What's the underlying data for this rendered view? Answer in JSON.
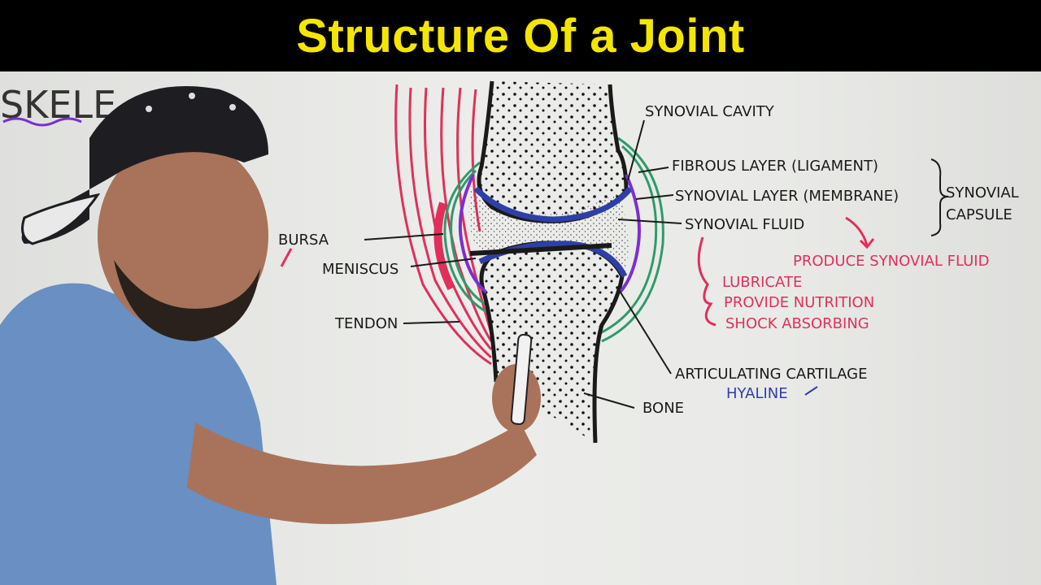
{
  "title": "Structure Of a Joint",
  "board_text": {
    "partial_word": "SKELE"
  },
  "labels": {
    "synovial_cavity": "SYNOVIAL CAVITY",
    "fibrous_layer": "FIBROUS LAYER (LIGAMENT)",
    "synovial_layer": "SYNOVIAL LAYER (MEMBRANE)",
    "synovial_fluid": "SYNOVIAL FLUID",
    "synovial_capsule_1": "SYNOVIAL",
    "synovial_capsule_2": "CAPSULE",
    "produce": "PRODUCE SYNOVIAL FLUID",
    "lubricate": "LUBRICATE",
    "nutrition": "PROVIDE NUTRITION",
    "shock": "SHOCK ABSORBING",
    "bursa": "BURSA",
    "meniscus": "MENISCUS",
    "tendon": "TENDON",
    "articulating": "ARTICULATING CARTILAGE",
    "hyaline": "HYALINE",
    "bone": "BONE"
  },
  "colors": {
    "title": "#f4e600",
    "ink_black": "#1a1a1a",
    "ink_red": "#e0305a",
    "ink_blue": "#2f3fa8",
    "ink_purple": "#7b2fd0",
    "ink_green": "#2f9a6a"
  }
}
